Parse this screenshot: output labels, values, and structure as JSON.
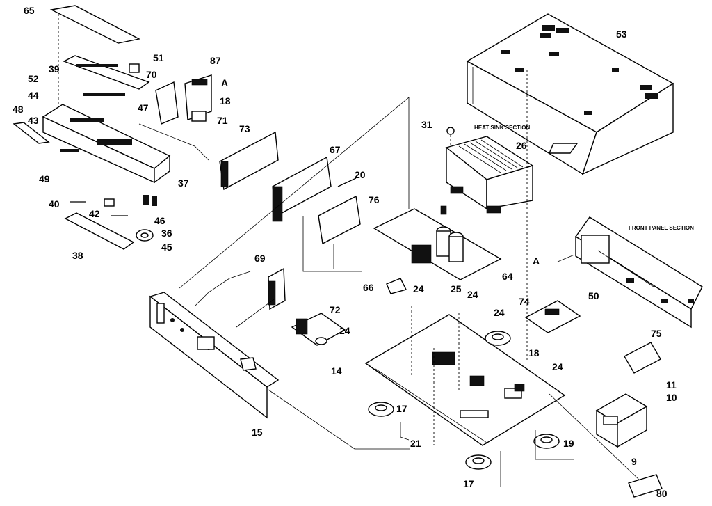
{
  "callouts": {
    "c65": "65",
    "c51": "51",
    "c87": "87",
    "cA1": "A",
    "c39": "39",
    "c52": "52",
    "c70": "70",
    "c18a": "18",
    "c44": "44",
    "c47": "47",
    "c48": "48",
    "c43": "43",
    "c71": "71",
    "c73": "73",
    "c67": "67",
    "c20": "20",
    "c76": "76",
    "c49": "49",
    "c37": "37",
    "c40": "40",
    "c42": "42",
    "c46": "46",
    "c36": "36",
    "c45": "45",
    "c38": "38",
    "c69": "69",
    "c66": "66",
    "c24a": "24",
    "c25": "25",
    "c24b": "24",
    "c24c": "24",
    "c72": "72",
    "c24d": "24",
    "c14": "14",
    "c18b": "18",
    "c17a": "17",
    "c15": "15",
    "c21": "21",
    "c17b": "17",
    "c19": "19",
    "c9": "9",
    "c80": "80",
    "c31": "31",
    "c26": "26",
    "c53": "53",
    "c64": "64",
    "c74": "74",
    "c50": "50",
    "cA2": "A",
    "c24e": "24",
    "c75": "75",
    "c11": "11",
    "c10": "10"
  },
  "section_labels": {
    "heat_sink": "HEAT SINK SECTION",
    "front_panel": "FRONT PANEL SECTION"
  }
}
